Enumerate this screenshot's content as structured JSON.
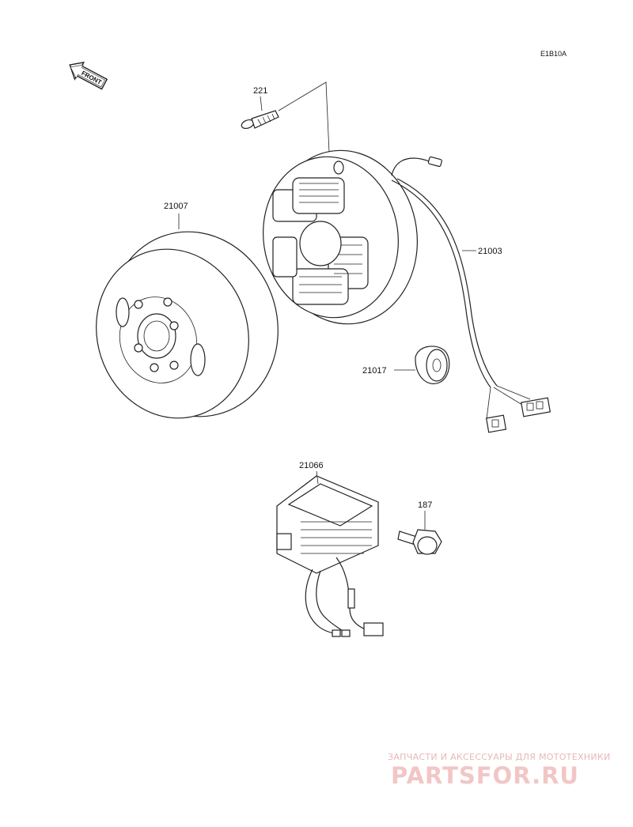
{
  "diagram": {
    "code": "E1B10A",
    "front_label": "FRONT",
    "parts": {
      "screw": "221",
      "flywheel": "21007",
      "stator": "21003",
      "grommet": "21017",
      "regulator": "21066",
      "bolt": "187"
    }
  },
  "watermark": {
    "line1": "ЗАПЧАСТИ И АКСЕССУАРЫ ДЛЯ МОТОТЕХНИКИ",
    "line2": "PARTSFOR.RU"
  }
}
